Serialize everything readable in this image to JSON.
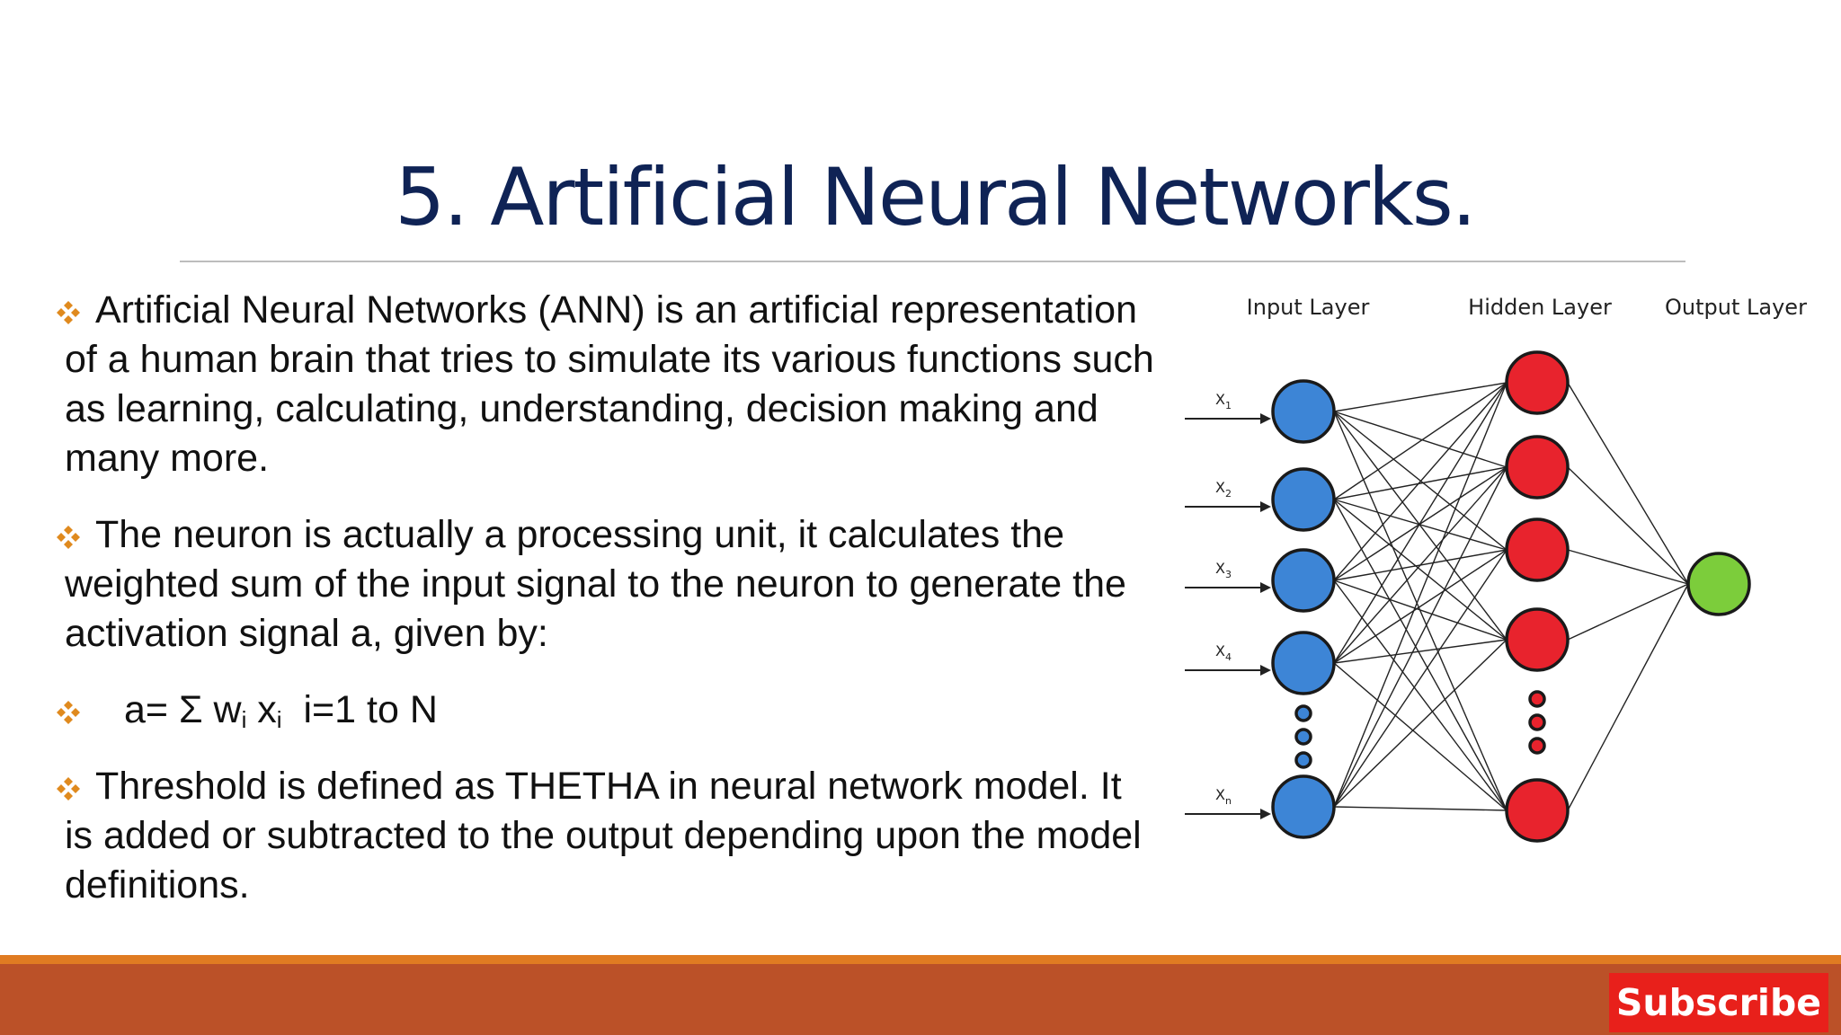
{
  "slide": {
    "title": "5. Artificial Neural Networks.",
    "bullets": [
      {
        "text": "Artificial Neural Networks (ANN) is an artificial representation of a human brain that tries to simulate its various functions such as learning, calculating, understanding, decision making and many more."
      },
      {
        "text": "The neuron is actually a processing unit, it calculates the weighted sum of the input signal to the neuron to generate the activation signal a, given by:"
      },
      {
        "formula": {
          "prefix": "a= Σ w",
          "sub1": "i",
          "mid": "x",
          "sub2": "i",
          "suffix": "i=1 to N"
        }
      },
      {
        "text": "Threshold is defined as THETHA in neural network model. It is added or subtracted to the output depending upon the model definitions."
      }
    ],
    "bullet_icon": "four-diamond-bullet-icon",
    "bullet_color": "#e08a1e",
    "title_color": "#0f2355"
  },
  "diagram": {
    "layers": {
      "input": "Input Layer",
      "hidden": "Hidden Layer",
      "output": "Output Layer"
    },
    "inputs": [
      "X",
      "X",
      "X",
      "X",
      "X"
    ],
    "input_subscripts": [
      "1",
      "2",
      "3",
      "4",
      "n"
    ],
    "colors": {
      "input": "#3d85d6",
      "hidden": "#e8232d",
      "output": "#7ccd3b"
    }
  },
  "footer": {
    "subscribe_label": "Subscribe",
    "bar_color": "#bb5128",
    "accent_color": "#e07b22",
    "button_color": "#e8201b"
  }
}
